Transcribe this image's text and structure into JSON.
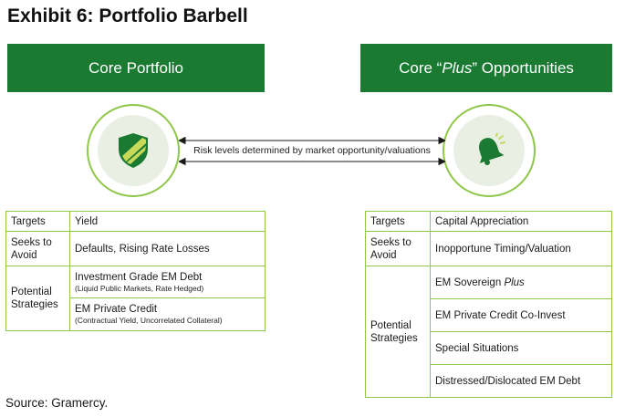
{
  "title": "Exhibit 6: Portfolio Barbell",
  "left": {
    "header": "Core Portfolio",
    "icon": "shield-icon",
    "rows": {
      "targets_label": "Targets",
      "targets_value": "Yield",
      "avoid_label": "Seeks to Avoid",
      "avoid_value": "Defaults, Rising Rate Losses",
      "strategies_label": "Potential Strategies",
      "strategy1_main": "Investment Grade EM Debt",
      "strategy1_sub": "(Liquid Public Markets, Rate Hedged)",
      "strategy2_main": "EM Private Credit",
      "strategy2_sub": "(Contractual Yield, Uncorrelated Collateral)"
    }
  },
  "right": {
    "header_pre": "Core “",
    "header_em": "Plus",
    "header_post": "” Opportunities",
    "icon": "bell-icon",
    "rows": {
      "targets_label": "Targets",
      "targets_value": "Capital Appreciation",
      "avoid_label": "Seeks to Avoid",
      "avoid_value": "Inopportune Timing/Valuation",
      "strategies_label": "Potential Strategies",
      "strategy1_pre": "EM Sovereign ",
      "strategy1_em": "Plus",
      "strategy2": "EM Private Credit Co-Invest",
      "strategy3": "Special Situations",
      "strategy4": "Distressed/Dislocated EM Debt"
    }
  },
  "connector_text": "Risk levels determined by market opportunity/valuations",
  "source": "Source: Gramercy.",
  "colors": {
    "header_green": "#1b7a31",
    "border_light_green": "#8fc74a",
    "icon_green": "#1b7a31"
  }
}
